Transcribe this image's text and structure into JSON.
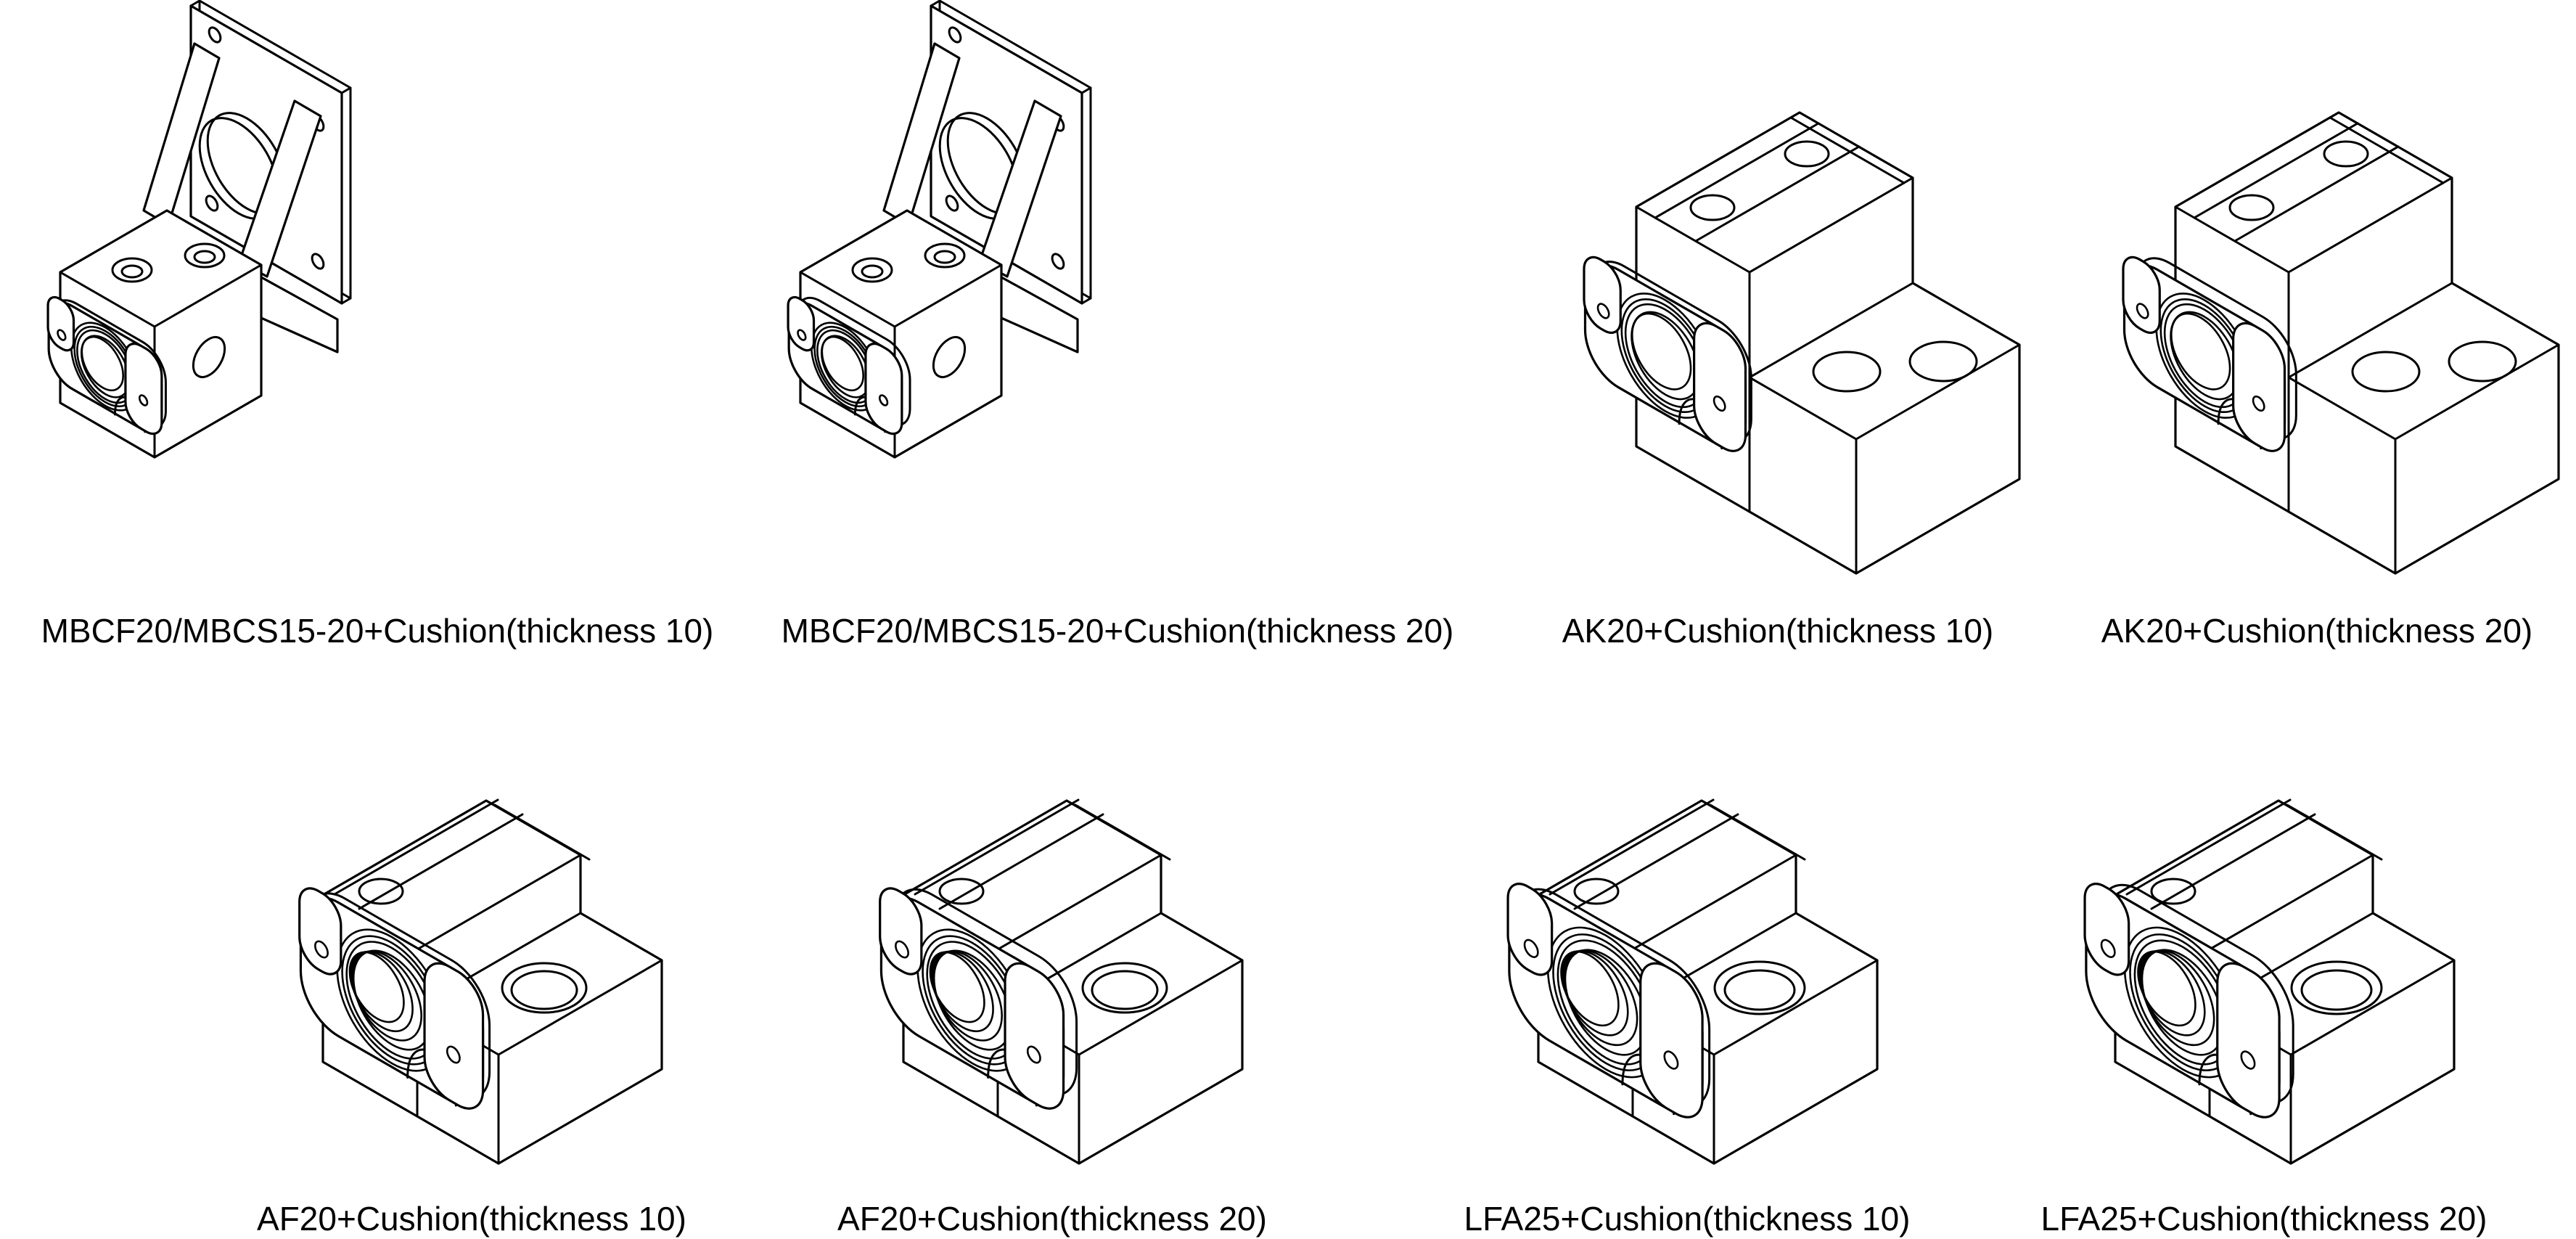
{
  "page": {
    "background": "#ffffff",
    "line_color": "#000000",
    "text_color": "#000000",
    "content": "Isometric CAD line drawings of ball screw support units with cushions"
  },
  "figures": [
    {
      "caption": "MBCF20/MBCS15-20+Cushion(thickness 10)",
      "model": "MBCF20/MBCS15-20",
      "cushion_thickness": 10,
      "drawing": "flange-bracket"
    },
    {
      "caption": "MBCF20/MBCS15-20+Cushion(thickness 20)",
      "model": "MBCF20/MBCS15-20",
      "cushion_thickness": 20,
      "drawing": "flange-bracket"
    },
    {
      "caption": "AK20+Cushion(thickness 10)",
      "model": "AK20",
      "cushion_thickness": 10,
      "drawing": "block-ak"
    },
    {
      "caption": "AK20+Cushion(thickness 20)",
      "model": "AK20",
      "cushion_thickness": 20,
      "drawing": "block-ak"
    },
    {
      "caption": "AF20+Cushion(thickness 10)",
      "model": "AF20",
      "cushion_thickness": 10,
      "drawing": "block-af"
    },
    {
      "caption": "AF20+Cushion(thickness 20)",
      "model": "AF20",
      "cushion_thickness": 20,
      "drawing": "block-af"
    },
    {
      "caption": "LFA25+Cushion(thickness 10)",
      "model": "LFA25",
      "cushion_thickness": 10,
      "drawing": "block-lfa"
    },
    {
      "caption": "LFA25+Cushion(thickness 20)",
      "model": "LFA25",
      "cushion_thickness": 20,
      "drawing": "block-lfa"
    }
  ]
}
